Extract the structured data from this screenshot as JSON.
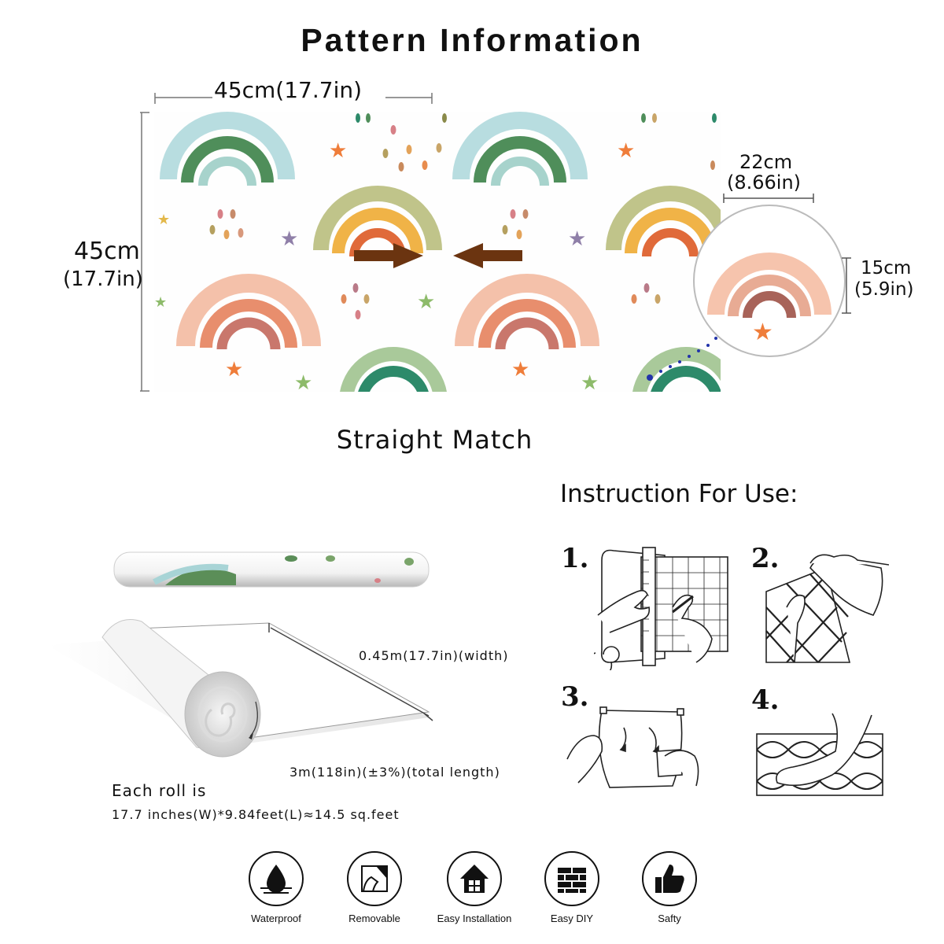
{
  "title": "Pattern Information",
  "pattern": {
    "width_label": "45cm(17.7in)",
    "height_cm": "45cm",
    "height_in": "(17.7in)",
    "detail_width_cm": "22cm",
    "detail_width_in": "(8.66in)",
    "detail_height_cm": "15cm",
    "detail_height_in": "(5.9in)",
    "match_type": "Straight Match"
  },
  "roll": {
    "width_label": "0.45m(17.7in)(width)",
    "length_label": "3m(118in)(±3%)(total length)",
    "each_roll": "Each roll is",
    "spec": "17.7 inches(W)*9.84feet(L)≈14.5 sq.feet"
  },
  "instructions": {
    "title": "Instruction For Use:",
    "steps": [
      {
        "num": "1."
      },
      {
        "num": "2."
      },
      {
        "num": "3."
      },
      {
        "num": "4."
      }
    ]
  },
  "features": [
    {
      "label": "Waterproof",
      "icon": "water-drop-icon"
    },
    {
      "label": "Removable",
      "icon": "peel-hand-icon"
    },
    {
      "label": "Easy Installation",
      "icon": "house-icon"
    },
    {
      "label": "Easy DIY",
      "icon": "brick-wall-icon"
    },
    {
      "label": "Safty",
      "icon": "thumbs-up-icon"
    }
  ],
  "colors": {
    "arrow": "#6b3410",
    "dots": "#2233aa"
  }
}
